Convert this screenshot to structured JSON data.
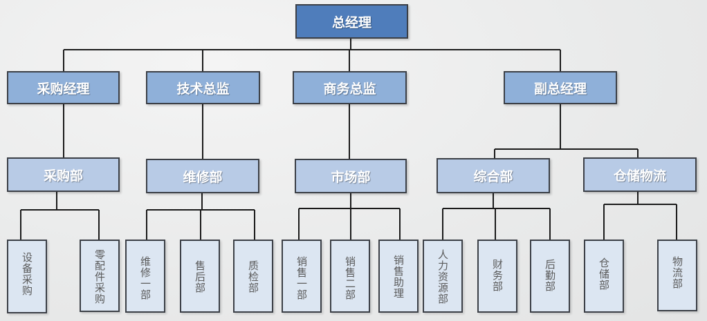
{
  "top": {
    "label": "总经理"
  },
  "level1": [
    {
      "label": "采购经理"
    },
    {
      "label": "技术总监"
    },
    {
      "label": "商务总监"
    },
    {
      "label": "副总经理"
    }
  ],
  "level2": [
    {
      "label": "采购部"
    },
    {
      "label": "维修部"
    },
    {
      "label": "市场部"
    },
    {
      "label": "综合部"
    },
    {
      "label": "仓储物流"
    }
  ],
  "leaves": [
    {
      "label": "设备采购"
    },
    {
      "label": "零配件采购"
    },
    {
      "label": "维修一部"
    },
    {
      "label": "售后部"
    },
    {
      "label": "质检部"
    },
    {
      "label": "销售一部"
    },
    {
      "label": "销售二部"
    },
    {
      "label": "销售助理"
    },
    {
      "label": "人力资源部"
    },
    {
      "label": "财务部"
    },
    {
      "label": "后勤部"
    },
    {
      "label": "仓储部"
    },
    {
      "label": "物流部"
    }
  ],
  "colors": {
    "top": "#4f7dbb",
    "level1": "#8fb0d9",
    "level2": "#b8cbe6",
    "leaf": "#dce6f2",
    "border": "#3b3f46",
    "connector": "#1a1a1a"
  }
}
